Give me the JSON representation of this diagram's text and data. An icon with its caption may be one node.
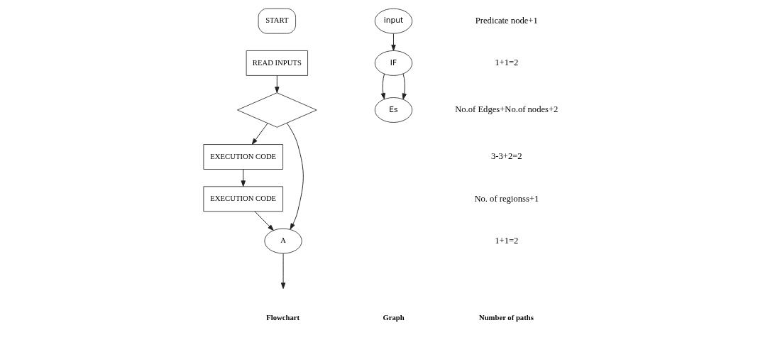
{
  "diagram": {
    "nodes": [
      {
        "text": [
          "START"
        ]
      },
      {
        "text": [
          "READ INPUTS"
        ]
      },
      {
        "text": [],
        "shape": "diamond"
      },
      {
        "text": [
          "EXECUTION CODE"
        ]
      },
      {
        "text": [
          "EXECUTION CODE"
        ]
      },
      {
        "text": [
          "A"
        ]
      },
      {
        "text": [
          "input"
        ]
      },
      {
        "text": [
          "IF"
        ]
      },
      {
        "text": [
          "Es"
        ]
      }
    ],
    "edges": [
      {
        "from": 1,
        "to": 2,
        "arrow": "to"
      },
      {
        "from": 2,
        "to": 3,
        "arrow": "to"
      },
      {
        "from": 3,
        "to": 4,
        "arrow": "to"
      },
      {
        "from": 4,
        "to": 5,
        "arrow": "to"
      },
      {
        "from": 2,
        "to": 5,
        "arrow": "to"
      },
      {
        "from": 5,
        "to": null,
        "arrow": "to"
      },
      {
        "from": 6,
        "to": 7,
        "arrow": "to"
      },
      {
        "from": 7,
        "to": 8,
        "arrow": "to"
      },
      {
        "from": 7,
        "to": 8,
        "arrow": "to"
      }
    ],
    "labels": [
      "Predicate node+1",
      "1+1=2",
      "No.of Edges+No.of nodes+2",
      "3-3+2=2",
      "No. of regionss+1",
      "1+1=2",
      "Flowchart",
      "Graph",
      "Number of paths"
    ]
  }
}
